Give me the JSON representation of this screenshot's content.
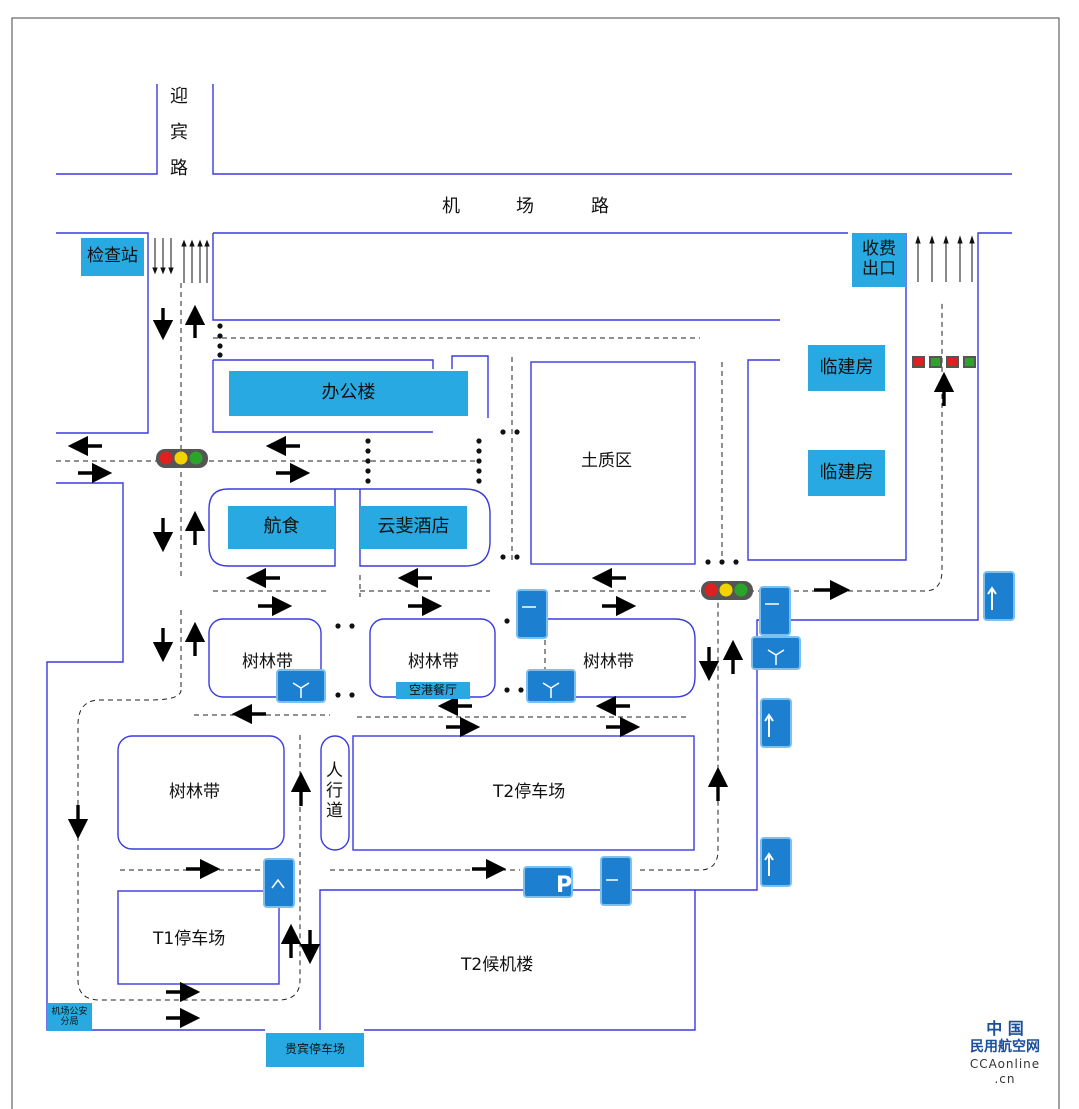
{
  "map": {
    "roads": {
      "yingbin": [
        "迎",
        "宾",
        "路"
      ],
      "jichang": [
        "机",
        "场",
        "路"
      ]
    },
    "boxes": {
      "checkpoint": "检查站",
      "toll_exit_line1": "收费",
      "toll_exit_line2": "出口",
      "office": "办公楼",
      "catering": "航食",
      "hotel": "云斐酒店",
      "temp_house_1": "临建房",
      "temp_house_2": "临建房",
      "airport_restaurant": "空港餐厅",
      "police_line1": "机场公安",
      "police_line2": "分局",
      "vip_parking": "贵宾停车场"
    },
    "areas": {
      "soil_zone": "土质区",
      "woods_1": "树林带",
      "woods_2": "树林带",
      "woods_3": "树林带",
      "woods_4": "树林带",
      "sidewalk": [
        "人",
        "行",
        "道"
      ],
      "t2_parking": "T2停车场",
      "t1_parking": "T1停车场",
      "t2_terminal": "T2候机楼"
    },
    "colors": {
      "road_line": "#3a3ae0",
      "label_box": "#29a9e1",
      "sign_blue": "#1d7fd0",
      "light_red": "#e02020",
      "light_yellow": "#f2d300",
      "light_green": "#2aa52a"
    }
  },
  "watermark": {
    "line1": "中 国",
    "line2": "民用航空网",
    "line3": "CCAonline",
    "line4": ".cn"
  }
}
